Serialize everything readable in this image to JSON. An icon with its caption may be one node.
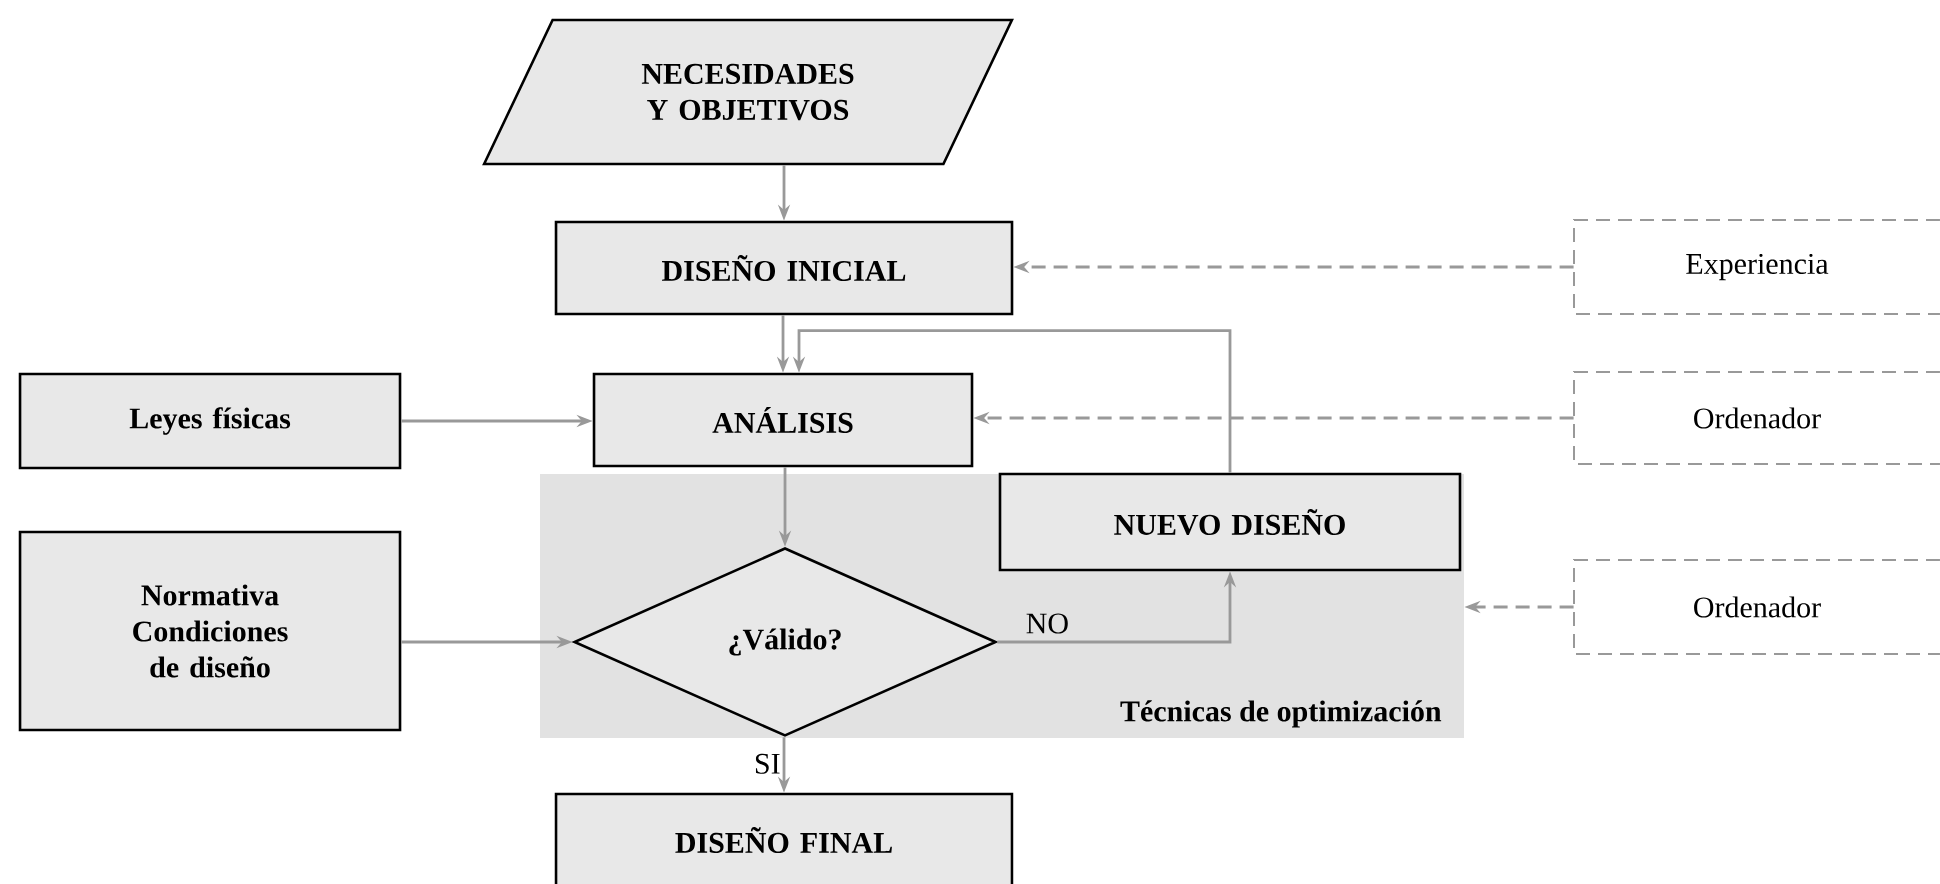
{
  "diagram": {
    "nodes": [
      {
        "text": [
          "NECESIDADES Y OBJETIVOS"
        ]
      },
      {
        "text": [
          "DISEÑO INICIAL"
        ]
      },
      {
        "text": [
          "Experiencia"
        ]
      },
      {
        "text": [
          "Leyes físicas"
        ]
      },
      {
        "text": [
          "ANÁLISIS"
        ]
      },
      {
        "text": [
          "Ordenador"
        ]
      },
      {
        "text": [
          "Técnicas de optimización"
        ]
      },
      {
        "text": [
          "Normativa Condiciones de diseño"
        ]
      },
      {
        "text": [
          "¿Válido?"
        ],
        "in": 6
      },
      {
        "text": [
          "NUEVO DISEÑO"
        ],
        "in": 6
      },
      {
        "text": [
          "Ordenador"
        ]
      },
      {
        "text": [
          "DISEÑO FINAL"
        ]
      }
    ],
    "edges": [
      {
        "from": 0,
        "to": 1,
        "arrow": "to"
      },
      {
        "from": 1,
        "to": 4,
        "arrow": "to"
      },
      {
        "from": 2,
        "to": 1,
        "arrow": "to",
        "style": "dashed"
      },
      {
        "from": 3,
        "to": 4,
        "arrow": "to"
      },
      {
        "from": 5,
        "to": 4,
        "arrow": "to",
        "style": "dashed"
      },
      {
        "from": 9,
        "to": 4,
        "arrow": "to"
      },
      {
        "from": 4,
        "to": 8,
        "arrow": "to"
      },
      {
        "from": 7,
        "to": 8,
        "arrow": "to"
      },
      {
        "from": 8,
        "to": 9,
        "arrow": "to",
        "label": "NO"
      },
      {
        "from": 10,
        "to": 6,
        "arrow": "to",
        "style": "dashed"
      },
      {
        "from": 8,
        "to": 11,
        "arrow": "to",
        "label": "SI"
      }
    ]
  }
}
